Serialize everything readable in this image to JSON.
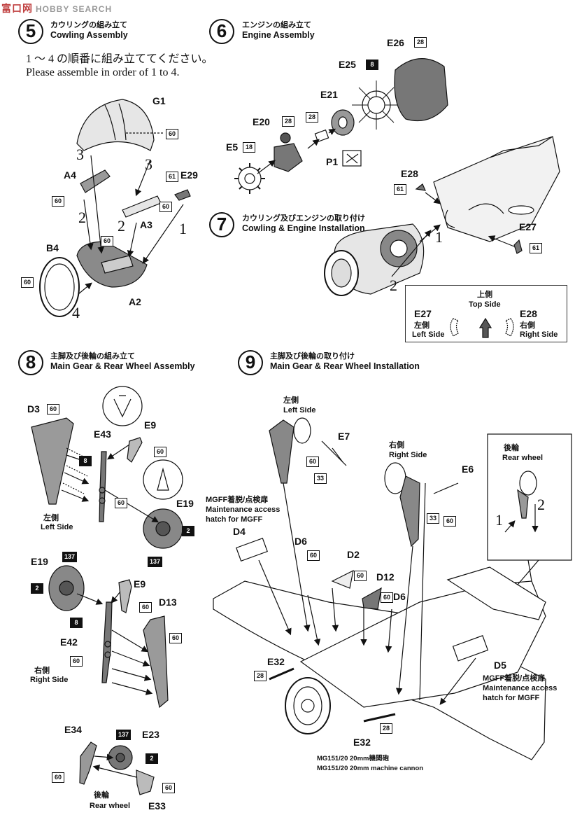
{
  "watermark": {
    "a": "富口网",
    "b": "HOBBY SEARCH"
  },
  "step5": {
    "number": "5",
    "jp": "カウリングの組み立て",
    "en": "Cowling Assembly",
    "instr_jp": "1 ～ 4 の順番に組み立ててください。",
    "instr_en": "Please assemble in order of 1 to 4.",
    "parts": {
      "g1": "G1",
      "a4": "A4",
      "a3": "A3",
      "e29": "E29",
      "b4": "B4",
      "a2": "A2"
    },
    "steps": {
      "s1": "1",
      "s2": "2",
      "s3": "3",
      "s4": "4"
    }
  },
  "step6": {
    "number": "6",
    "jp": "エンジンの組み立て",
    "en": "Engine Assembly",
    "parts": {
      "e26": "E26",
      "e25": "E25",
      "e21": "E21",
      "e20": "E20",
      "e5": "E5",
      "p1": "P1"
    }
  },
  "step7": {
    "number": "7",
    "jp": "カウリング及びエンジンの取り付け",
    "en": "Cowling & Engine Installation",
    "parts": {
      "e28": "E28",
      "e27": "E27"
    },
    "steps": {
      "s1": "1",
      "s2": "2"
    },
    "panel": {
      "top_jp": "上側",
      "top_en": "Top Side",
      "left_part": "E27",
      "left_jp": "左側",
      "left_en": "Left Side",
      "right_part": "E28",
      "right_jp": "右側",
      "right_en": "Right Side"
    }
  },
  "step8": {
    "number": "8",
    "jp": "主脚及び後輪の組み立て",
    "en": "Main Gear & Rear Wheel Assembly",
    "parts": {
      "d3": "D3",
      "e43": "E43",
      "e9": "E9",
      "e19": "E19",
      "e19b": "E19",
      "e9b": "E9",
      "d13": "D13",
      "e42": "E42",
      "e34": "E34",
      "e23": "E23",
      "e33": "E33"
    },
    "left_jp": "左側",
    "left_en": "Left Side",
    "right_jp": "右側",
    "right_en": "Right Side",
    "rear_jp": "後輪",
    "rear_en": "Rear wheel"
  },
  "step9": {
    "number": "9",
    "jp": "主脚及び後輪の取り付け",
    "en": "Main Gear & Rear Wheel Installation",
    "parts": {
      "e7": "E7",
      "e6": "E6",
      "d4": "D4",
      "d6": "D6",
      "d2": "D2",
      "d12": "D12",
      "d6b": "D6",
      "e32": "E32",
      "d5": "D5",
      "e32b": "E32"
    },
    "left_jp": "左側",
    "left_en": "Left Side",
    "right_jp": "右側",
    "right_en": "Right Side",
    "rear_jp": "後輪",
    "rear_en": "Rear wheel",
    "mgff_jp": "MGFF着脱/点検扉",
    "mgff_en1": "Maintenance access",
    "mgff_en2": "hatch for MGFF",
    "mgff2_jp": "MGFF着脱/点検扉",
    "mgff2_en1": "Maintenance access",
    "mgff2_en2": "hatch for MGFF",
    "cannon_jp": "MG151/20 20mm機関砲",
    "cannon_en": "MG151/20 20mm machine cannon",
    "steps": {
      "s1": "1",
      "s2": "2"
    }
  },
  "colors": {
    "c60": "60",
    "c61": "61",
    "c28": "28",
    "c18": "18",
    "c8": "8",
    "c2": "2",
    "c33": "33",
    "c137": "137"
  },
  "icon_colors": {
    "ink": "#111111",
    "gray": "#8a8a8a",
    "dark": "#444444"
  }
}
